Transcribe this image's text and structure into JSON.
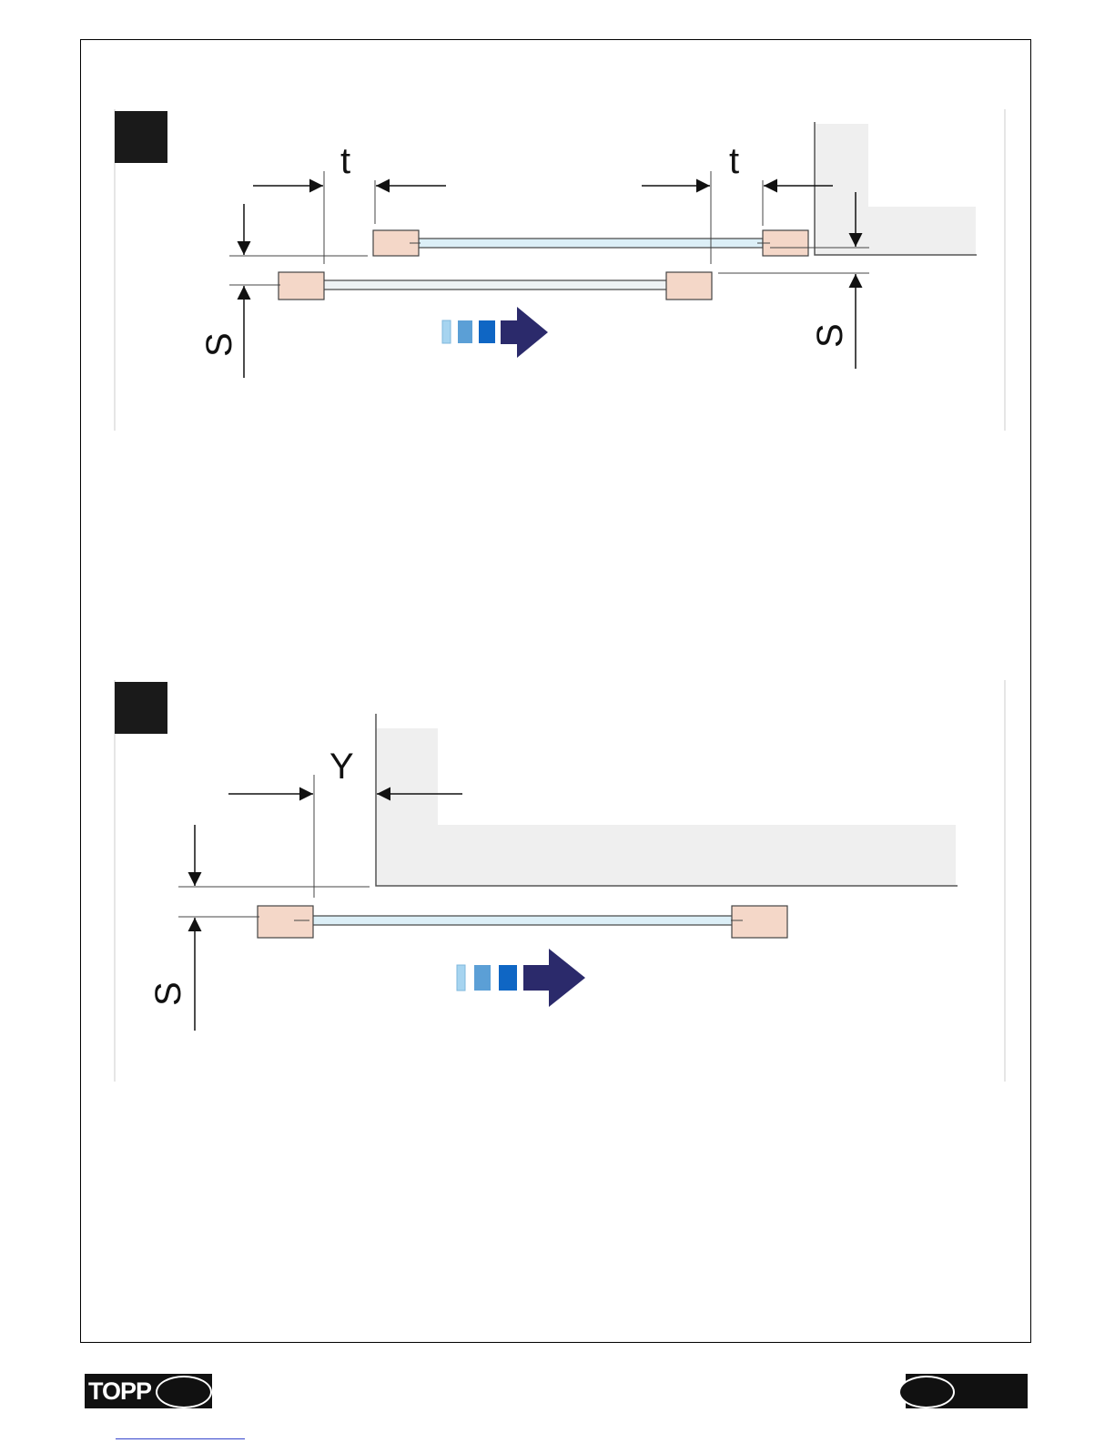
{
  "diagram1": {
    "step_badge": "",
    "label_t_left": "t",
    "label_t_right": "t",
    "label_s_left": "S",
    "label_s_right": "S",
    "colors": {
      "block": "#f4d7c8",
      "glass": "#dceff7",
      "wall": "#eeeeee",
      "arrow": "#2b2a6b"
    }
  },
  "diagram2": {
    "step_badge": "",
    "label_y": "Y",
    "label_s": "S"
  },
  "footer": {
    "brand": "TOPP",
    "left_page": "",
    "right_page": ""
  }
}
